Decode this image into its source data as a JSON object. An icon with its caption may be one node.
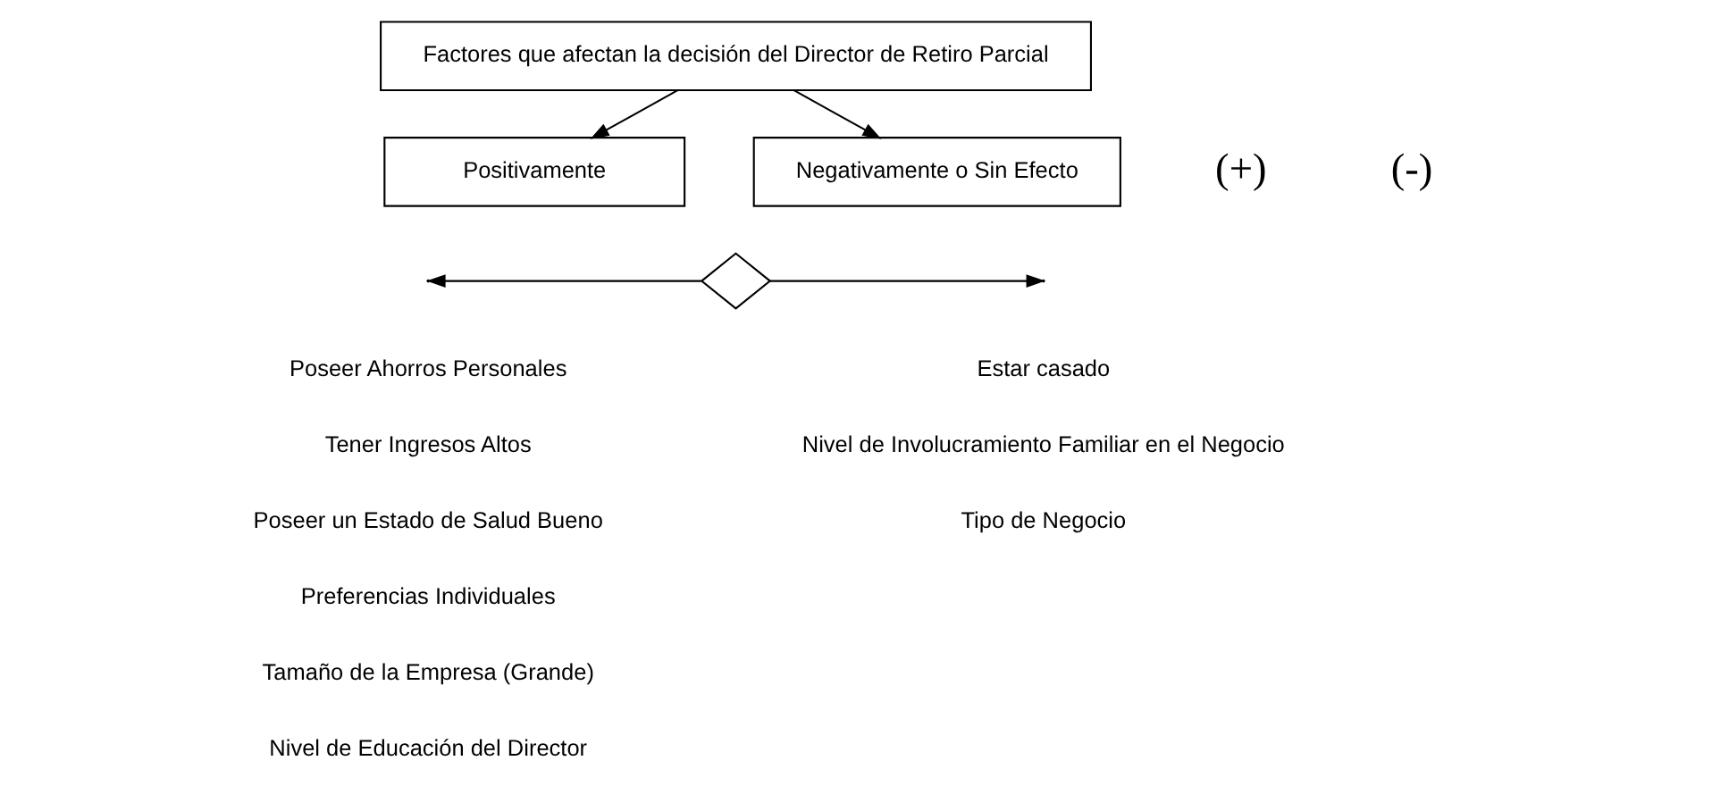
{
  "diagram": {
    "nodes": [
      {
        "text": [
          "Factores que afectan la decisión del Director de Retiro Parcial"
        ]
      },
      {
        "text": [
          "Positivamente"
        ]
      },
      {
        "text": [
          "Negativamente o Sin Efecto"
        ]
      },
      {
        "text": [],
        "shape": "diamond"
      }
    ],
    "edges": [
      {
        "from": 0,
        "to": 1,
        "arrow": "to"
      },
      {
        "from": 0,
        "to": 2,
        "arrow": "to"
      },
      {
        "from": 3,
        "to": null,
        "arrow": "to"
      },
      {
        "from": 3,
        "to": null,
        "arrow": "to"
      }
    ],
    "labels": [
      "(+)",
      "(-)",
      "Poseer Ahorros Personales",
      "Tener Ingresos Altos",
      "Poseer un Estado de Salud Bueno",
      "Preferencias Individuales",
      "Tamaño de la Empresa (Grande)",
      "Nivel de Educación del Director",
      "Estar casado",
      "Nivel de Involucramiento Familiar en el Negocio",
      "Tipo de Negocio"
    ]
  }
}
